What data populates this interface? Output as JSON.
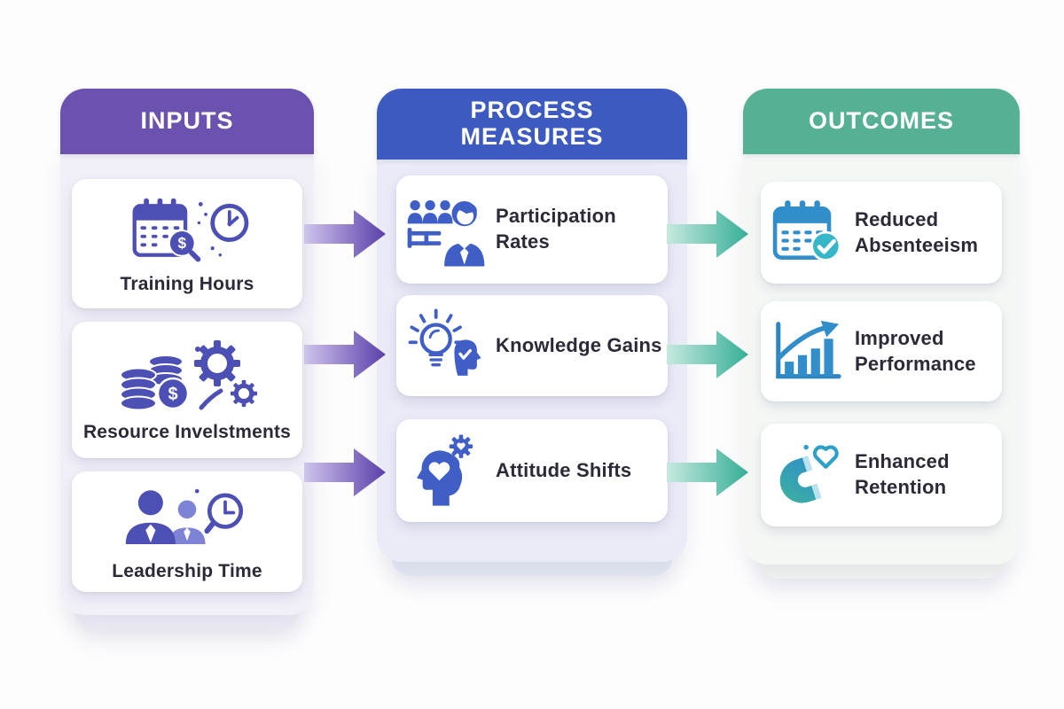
{
  "columns": [
    {
      "id": "inputs",
      "title": "INPUTS",
      "header_color": "#6b52ae",
      "body_color": "#f1f0f8",
      "icon_color": "#4c50b4",
      "items": [
        {
          "label": "Training Hours",
          "icon": "calendar-dollar-clock-icon"
        },
        {
          "label": "Resource Invelstments",
          "icon": "coins-dollar-gears-icon"
        },
        {
          "label": "Leadership Time",
          "icon": "business-people-clock-icon"
        }
      ]
    },
    {
      "id": "process-measures",
      "title": "PROCESS MEASURES",
      "header_color": "#3d5ac1",
      "body_color": "#e9ebf7",
      "icon_color": "#3f5ec6",
      "items": [
        {
          "label": "Participation Rates",
          "icon": "audience-presenter-icon"
        },
        {
          "label": "Knowledge Gains",
          "icon": "lightbulb-head-icon"
        },
        {
          "label": "Attitude Shifts",
          "icon": "head-heart-gear-icon"
        }
      ]
    },
    {
      "id": "outcomes",
      "title": "OUTCOMES",
      "header_color": "#55b094",
      "body_color": "#f4f8f5",
      "icon_color": "#318ecb",
      "accent_teal": "#36b6c6",
      "items": [
        {
          "label": "Reduced Absenteeism",
          "icon": "calendar-check-icon"
        },
        {
          "label": "Improved Performance",
          "icon": "bar-chart-growth-icon"
        },
        {
          "label": "Enhanced Retention",
          "icon": "magnet-heart-icon"
        }
      ]
    }
  ],
  "arrows": {
    "inputs_to_process": {
      "count": 3,
      "gradient_start": "#cfc5ec",
      "gradient_end": "#5a3fa9"
    },
    "process_to_outcomes": {
      "count": 3,
      "gradient_start": "#c6e9de",
      "gradient_end": "#35ae97"
    }
  }
}
